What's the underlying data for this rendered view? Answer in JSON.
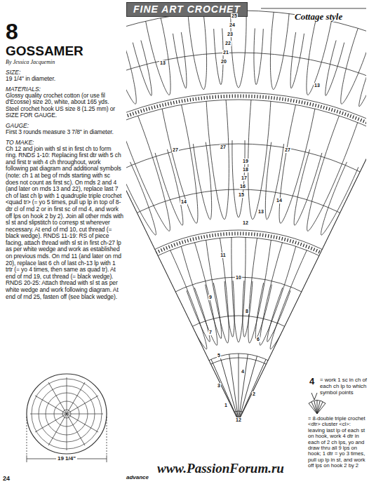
{
  "diagram": {
    "title": "GOSSAMER",
    "nodes": [
      {
        "text": [
          "FINE ART CROCHET"
        ]
      }
    ],
    "labels": [
      "Cottage style",
      "8",
      "By Jessica Jacquemin",
      "SIZE:",
      "19 1/4\" in diameter.",
      "MATERIALS:",
      "Glossy quality crochet cotton (or use fil d'Ecosse) size 20, white, about 165 yds. Steel crochet hook US size 8 (1.25 mm) or SIZE FOR GAUGE.",
      "GAUGE:",
      "First 3 rounds measure 3 7/8\" in diameter.",
      "TO MAKE:",
      "Ch 12 and join with sl st in first ch to form ring. RNDS 1-10: Replacing first dtr with 5 ch and first tr with 4 ch throughout, work following pat diagram and additional symbols (note: ch 1 at beg of rnds starting with sc does not count as first sc). On rnds 2 and 4 (and later on rnds 13 and 22), replace last 7 ch of last ch lp with 1 quadruple triple crochet <quad tr> (= yo 5 times, pull up lp in top of 8-dtr cl of rnd 2 or in first sc of rnd 4, and work off lps on hook 2 by 2). Join all other rnds with sl st and slipstitch to corresp st wherever necessary. At end of rnd 10, cut thread (= black wedge). RNDS 11-19: RS of piece facing, attach thread with sl st in first ch-27 lp as per white wedge and work as established on previous rnds. On rnd 11 (and later on rnd 20), replace last 6 ch of last ch-13 lp with 1 trtr (= yo 4 times, then same as quad tr). At end of rnd 19, cut thread (= black wedge). RNDS 20-25: Attach thread with sl st as per white wedge and work following diagram. At end of rnd 25, fasten off (see black wedge).",
      "25",
      "24",
      "23",
      "22",
      "21",
      "20",
      "13",
      "13",
      "27",
      "27",
      "27",
      "19",
      "18",
      "17",
      "16",
      "15",
      "14",
      "14",
      "13",
      "12",
      "11",
      "10",
      "9",
      "8",
      "7",
      "6",
      "5",
      "4",
      "3",
      "2",
      "1",
      "12",
      "4",
      "19 1/4\"",
      "24",
      "advance",
      "www.PassionForum.ru"
    ],
    "legend": [
      {
        "text": "= work 1 sc in ch of each ch lp to which symbol points"
      },
      {
        "text": "= 8-double triple crochet <dtr> cluster <cl>: leaving last lp of each st on hook, work 4 dtr in each of 2 ch lps, yo and draw thru all 9 lps on hook; 1 dtr = yo 3 times, pull up lp in st, and work off lps on hook 2 by 2"
      }
    ]
  }
}
